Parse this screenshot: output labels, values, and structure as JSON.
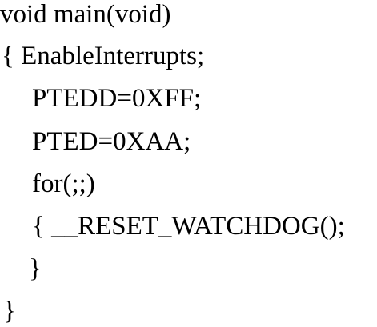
{
  "code": {
    "lines": [
      "void main(void)",
      "{ EnableInterrupts;",
      "PTEDD=0XFF;",
      "PTED=0XAA;",
      "for(;;)",
      "{ __RESET_WATCHDOG();",
      "}",
      "}"
    ]
  }
}
